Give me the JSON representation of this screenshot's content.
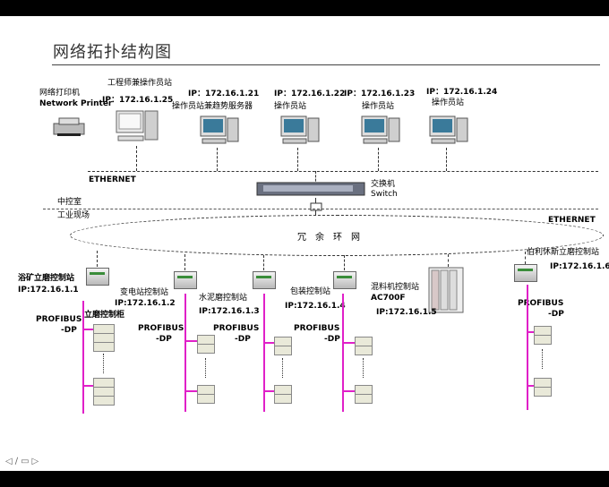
{
  "title": "网络拓扑结构图",
  "printer": {
    "cn": "网络打印机",
    "en": "Network Printer"
  },
  "stations": [
    {
      "name": "工程师兼操作员站",
      "ip": "IP：172.16.1.25"
    },
    {
      "name": "操作员站兼趋势服务器",
      "ip": "IP：172.16.1.21"
    },
    {
      "name": "操作员站",
      "ip": "IP：172.16.1.22"
    },
    {
      "name": "操作员站",
      "ip": "IP：172.16.1.23"
    },
    {
      "name": "操作员站",
      "ip": "IP：172.16.1.24"
    }
  ],
  "ethernet_top": "ETHERNET",
  "switch": {
    "cn": "交换机",
    "en": "Switch"
  },
  "zones": {
    "control_room": "中控室",
    "field": "工业现场"
  },
  "ethernet_ring": "ETHERNET",
  "ring_label": "冗　余　环　网",
  "controllers": [
    {
      "name": "浴矿立磨控制站",
      "ip": "IP:172.16.1.1",
      "sub": "立磨控制柜"
    },
    {
      "name": "变电站控制站",
      "ip": "IP:172.16.1.2"
    },
    {
      "name": "水泥磨控制站",
      "ip": "IP:172.16.1.3"
    },
    {
      "name": "包装控制站",
      "ip": "IP:172.16.1.4"
    },
    {
      "name": "混料机控制站",
      "model": "AC700F",
      "ip": "IP:172.16.1.5"
    },
    {
      "name": "伯利休斯立磨控制站",
      "ip": "IP:172.16.1.6"
    }
  ],
  "profibus": {
    "line1": "PROFIBUS",
    "line2": "-DP"
  },
  "colors": {
    "bus": "#e020c8"
  },
  "icons": [
    "printer-icon",
    "pc-icon",
    "switch-icon",
    "controller-icon",
    "io-module-icon"
  ]
}
